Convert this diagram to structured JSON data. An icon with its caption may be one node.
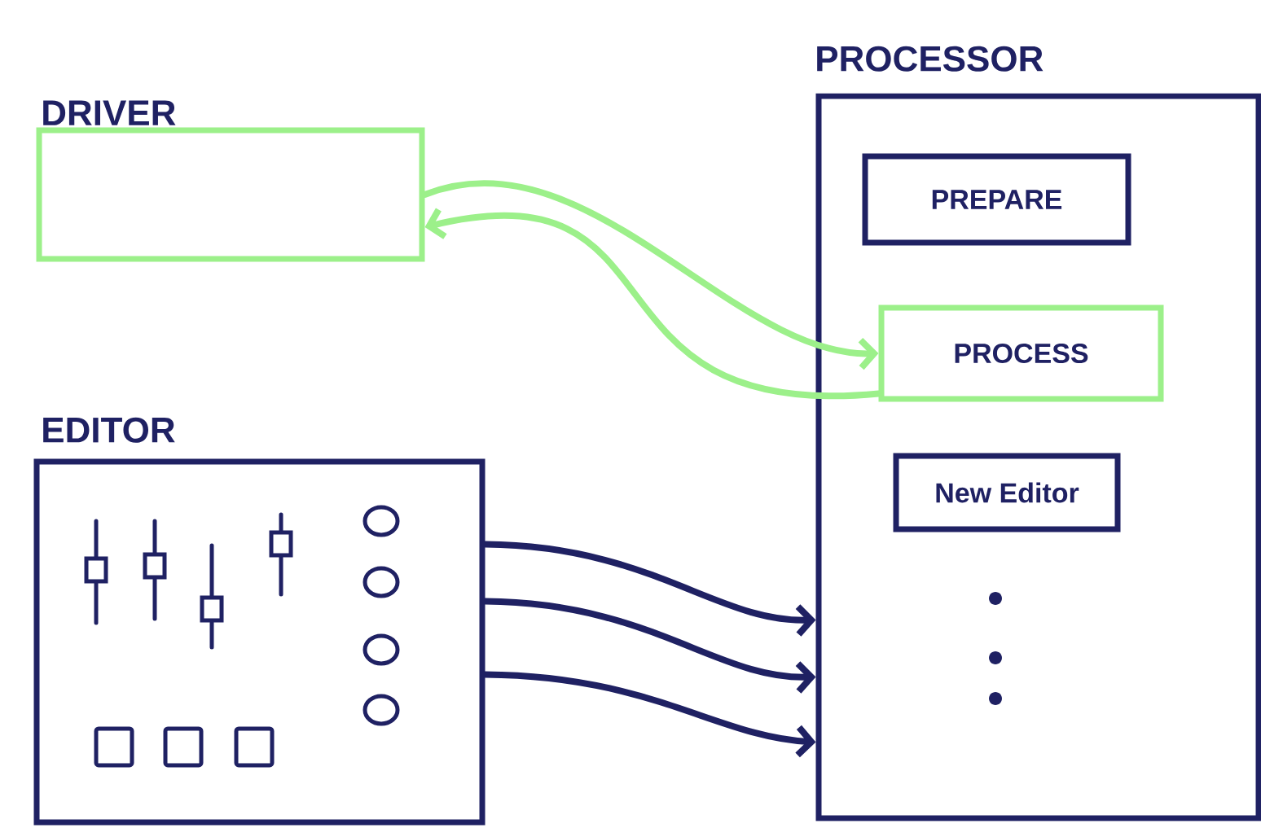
{
  "diagram": {
    "nodes": [
      {
        "text": [
          "DRIVER"
        ]
      },
      {
        "text": [
          "EDITOR"
        ]
      },
      {
        "text": [
          "PROCESSOR"
        ]
      },
      {
        "text": [
          "PREPARE"
        ],
        "in": 2
      },
      {
        "text": [
          "PROCESS"
        ],
        "in": 2
      },
      {
        "text": [
          "New Editor"
        ],
        "in": 2
      }
    ],
    "edges": [
      {
        "from": 0,
        "to": 4,
        "arrow": "to",
        "color": "#9cf08a"
      },
      {
        "from": 4,
        "to": 0,
        "arrow": "to",
        "color": "#9cf08a"
      },
      {
        "from": 1,
        "to": 2,
        "arrow": "to"
      },
      {
        "from": 1,
        "to": 2,
        "arrow": "to"
      },
      {
        "from": 1,
        "to": 2,
        "arrow": "to"
      }
    ]
  }
}
